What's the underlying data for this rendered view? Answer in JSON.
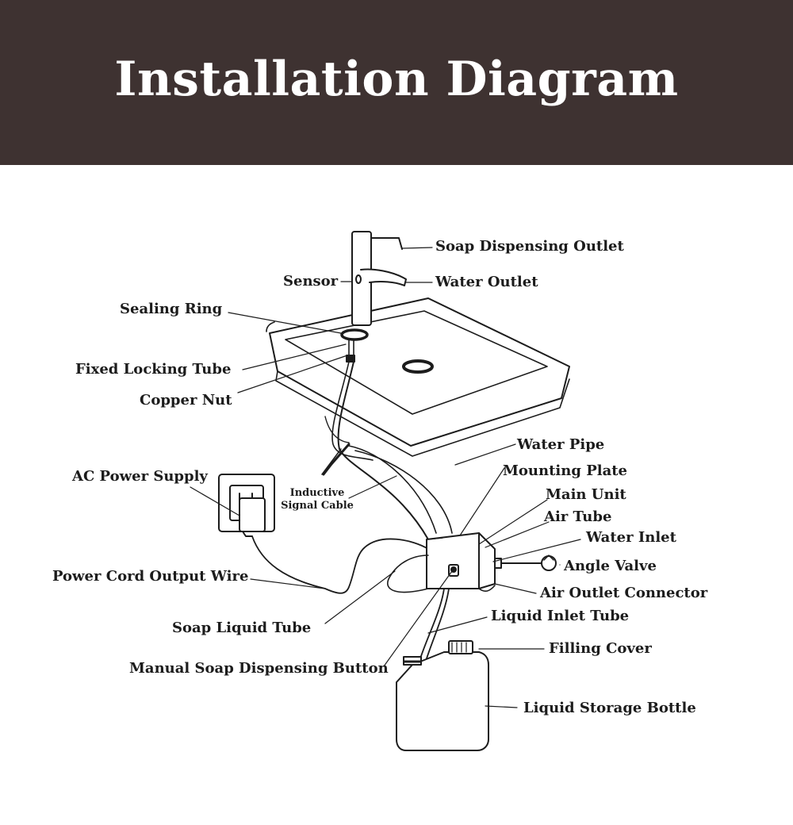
{
  "title": "Installation Diagram",
  "labels": {
    "soap_dispensing_outlet": "Soap Dispensing Outlet",
    "sensor": "Sensor",
    "water_outlet": "Water Outlet",
    "sealing_ring": "Sealing Ring",
    "fixed_locking_tube": "Fixed Locking Tube",
    "copper_nut": "Copper Nut",
    "water_pipe": "Water Pipe",
    "mounting_plate": "Mounting Plate",
    "ac_power_supply": "AC Power Supply",
    "inductive_line1": "Inductive",
    "inductive_line2": "Signal Cable",
    "main_unit": "Main Unit",
    "air_tube": "Air Tube",
    "water_inlet": "Water Inlet",
    "angle_valve": "Angle Valve",
    "power_cord_output_wire": "Power Cord Output Wire",
    "air_outlet_connector": "Air Outlet Connector",
    "liquid_inlet_tube": "Liquid Inlet Tube",
    "soap_liquid_tube": "Soap Liquid Tube",
    "filling_cover": "Filling Cover",
    "manual_soap_dispensing_button": "Manual Soap Dispensing Button",
    "liquid_storage_bottle": "Liquid Storage Bottle"
  },
  "colors": {
    "header_bg": "#3e3231",
    "title_text": "#ffffff",
    "line": "#1c1c1c"
  }
}
